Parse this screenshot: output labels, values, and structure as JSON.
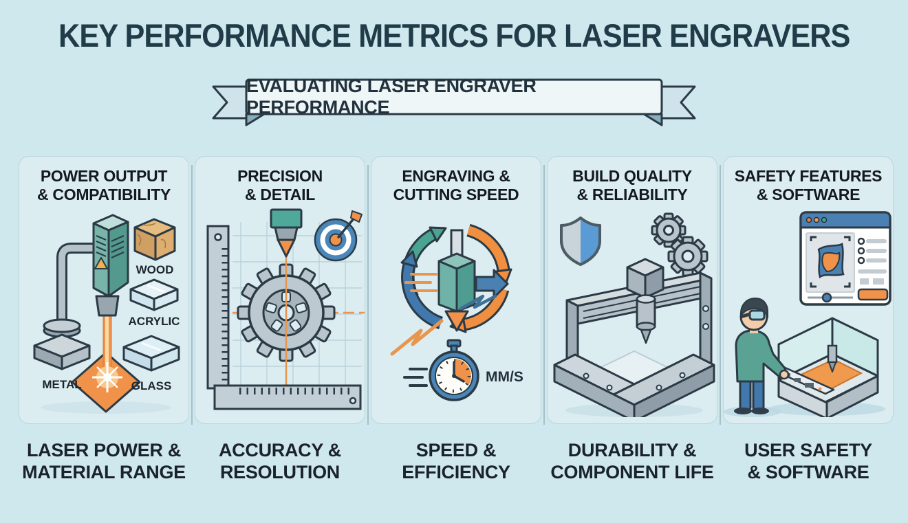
{
  "title": "KEY PERFORMANCE METRICS FOR LASER ENGRAVERS",
  "banner": {
    "label": "EVALUATING LASER ENGRAVER PERFORMANCE"
  },
  "colors": {
    "background": "#cfe8ee",
    "panel": "#dcedf1",
    "outline": "#2b3a45",
    "accent_orange": "#f0924a",
    "accent_teal": "#5aa79b",
    "accent_blue": "#4a80b2",
    "title_text": "#203c49"
  },
  "columns": [
    {
      "heading": {
        "line1": "POWER OUTPUT",
        "line2": "& COMPATIBILITY"
      },
      "caption": {
        "line1": "LASER POWER &",
        "line2": "MATERIAL RANGE"
      },
      "icon": "laser-head-with-materials",
      "labels": {
        "wood": "WOOD",
        "acrylic": "ACRYLIC",
        "metal": "METAL",
        "glass": "GLASS"
      }
    },
    {
      "heading": {
        "line1": "PRECISION",
        "line2": "& DETAIL"
      },
      "caption": {
        "line1": "ACCURACY &",
        "line2": "RESOLUTION"
      },
      "icon": "gear-rulers-target"
    },
    {
      "heading": {
        "line1": "ENGRAVING &",
        "line2": "CUTTING SPEED"
      },
      "caption": {
        "line1": "SPEED &",
        "line2": "EFFICIENCY"
      },
      "icon": "cycle-arrows-stopwatch",
      "labels": {
        "unit": "MM/S"
      }
    },
    {
      "heading": {
        "line1": "BUILD QUALITY",
        "line2": "& RELIABILITY"
      },
      "caption": {
        "line1": "DURABILITY &",
        "line2": "COMPONENT LIFE"
      },
      "icon": "shield-gears-gantry"
    },
    {
      "heading": {
        "line1": "SAFETY FEATURES",
        "line2": "& SOFTWARE"
      },
      "caption": {
        "line1": "USER SAFETY",
        "line2": "& SOFTWARE"
      },
      "icon": "operator-machine-software"
    }
  ]
}
